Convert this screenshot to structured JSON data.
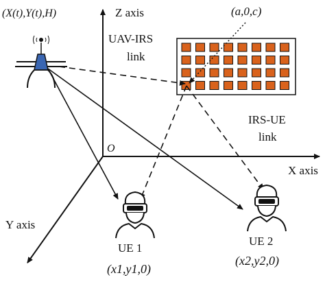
{
  "uav": {
    "position_label": "(X(t),Y(t),H)"
  },
  "irs": {
    "position_label": "(a,0,c)",
    "rows": 4,
    "cols": 8,
    "element_color": "#d9621c"
  },
  "axes": {
    "z_label": "Z axis",
    "x_label": "X axis",
    "y_label": "Y axis",
    "origin_label": "O"
  },
  "links": {
    "uav_irs_line1": "UAV-IRS",
    "uav_irs_line2": "link",
    "irs_ue_line1": "IRS-UE",
    "irs_ue_line2": "link"
  },
  "ue1": {
    "label": "UE 1",
    "coord_label": "(x1,y1,0)"
  },
  "ue2": {
    "label": "UE 2",
    "coord_label": "(x2,y2,0)"
  }
}
